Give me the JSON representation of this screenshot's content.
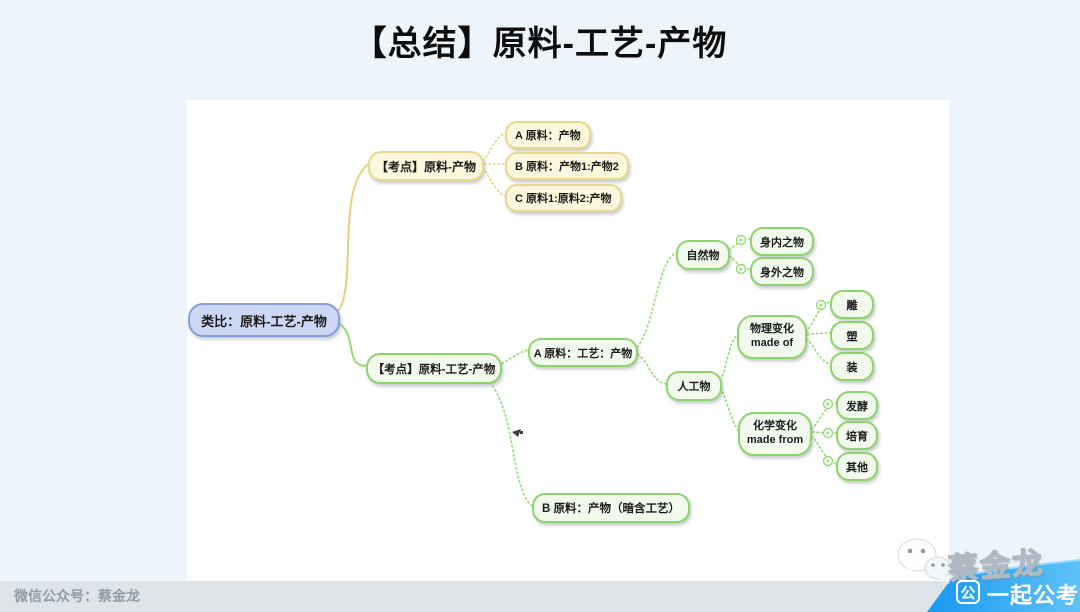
{
  "slide": {
    "title": "【总结】原料-工艺-产物",
    "footer": {
      "wechat_account": "微信公众号：蔡金龙"
    },
    "brand": {
      "name": "蔡金龙",
      "logo_char": "公",
      "org": "一起公考"
    }
  },
  "mindmap": {
    "root": "类比：原料-工艺-产物",
    "branch_yellow": {
      "label": "【考点】原料-产物",
      "a": "A 原料：产物",
      "b": "B 原料：产物1:产物2",
      "c": "C 原料1:原料2:产物"
    },
    "branch_green": {
      "label": "【考点】原料-工艺-产物",
      "a": "A 原料：工艺：产物",
      "b": "B 原料：产物（暗含工艺）",
      "natural": {
        "label": "自然物",
        "inner": "身内之物",
        "outer": "身外之物"
      },
      "artificial": {
        "label": "人工物",
        "physical": {
          "line1": "物理变化",
          "line2": "made of",
          "carve": "雕",
          "mold": "塑",
          "assemble": "装"
        },
        "chemical": {
          "line1": "化学变化",
          "line2": "made from",
          "ferment": "发酵",
          "cultivate": "培育",
          "other": "其他"
        }
      }
    }
  },
  "icons": {
    "wechat_logo": "wechat-bubbles-icon",
    "link_marker": "circled-arrow-icon",
    "collapse_marker": "cursor-marker-icon"
  },
  "colors": {
    "page_background": "#edf4fa",
    "canvas": "#ffffff",
    "root_fill": "#ccd8f3",
    "root_border": "#8a9cd8",
    "yellow_fill": "#fdf8dd",
    "yellow_border": "#e9d88a",
    "yellow_line": "#e6d27e",
    "green_fill": "#f1faec",
    "green_border": "#8fd36e",
    "green_line": "#94db74",
    "ribbon_blue_dark": "#1898ef",
    "ribbon_blue_light": "#5ec2f8",
    "footer_band": "#dee4e8",
    "footer_text": "#939da6"
  }
}
